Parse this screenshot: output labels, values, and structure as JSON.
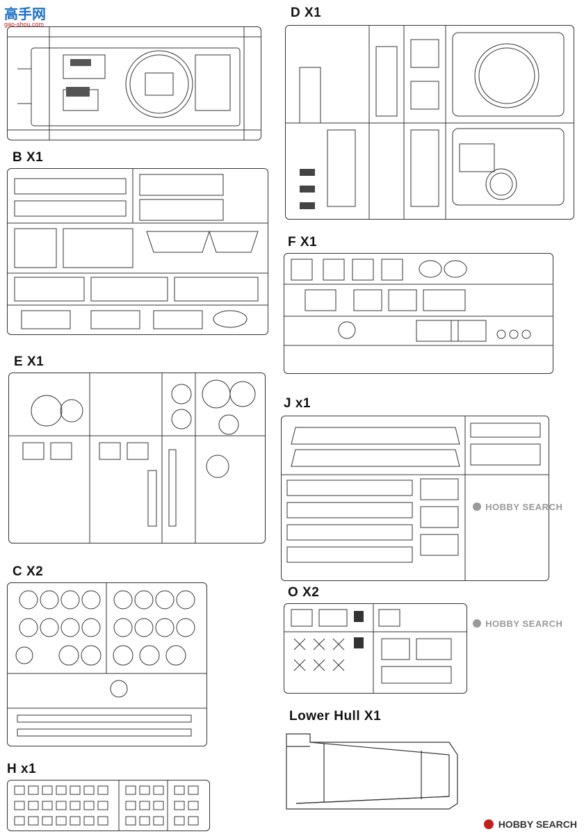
{
  "logo": {
    "text": "高手网",
    "url": "gao-shou.com"
  },
  "sprues": [
    {
      "id": "A",
      "label": ""
    },
    {
      "id": "B",
      "label": "B X1"
    },
    {
      "id": "D",
      "label": "D X1"
    },
    {
      "id": "F",
      "label": "F X1"
    },
    {
      "id": "E",
      "label": "E X1"
    },
    {
      "id": "J",
      "label": "J x1"
    },
    {
      "id": "C",
      "label": "C X2"
    },
    {
      "id": "O",
      "label": "O X2"
    },
    {
      "id": "LH",
      "label": "Lower Hull X1"
    },
    {
      "id": "H",
      "label": "H x1"
    }
  ],
  "watermark_mid": "HOBBY SEARCH",
  "watermark_bottom": "HOBBY SEARCH"
}
